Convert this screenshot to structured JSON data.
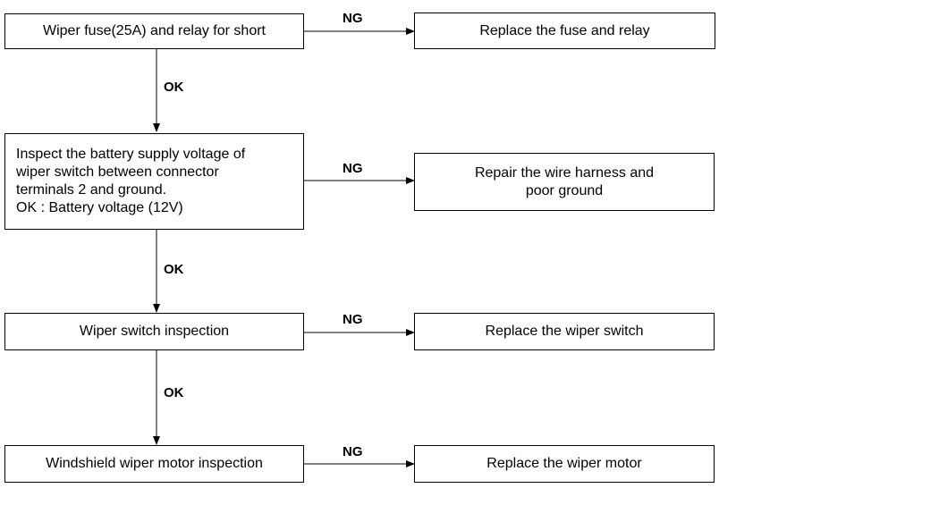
{
  "flow": {
    "steps": [
      {
        "check": "Wiper fuse(25A) and relay for short",
        "ng_label": "NG",
        "action": "Replace the fuse and relay",
        "ok_label": "OK"
      },
      {
        "check": "Inspect the battery supply voltage of\nwiper switch between connector\nterminals 2 and ground.\nOK : Battery voltage (12V)",
        "ng_label": "NG",
        "action": "Repair the wire harness and\npoor ground",
        "ok_label": "OK"
      },
      {
        "check": "Wiper switch inspection",
        "ng_label": "NG",
        "action": "Replace the wiper switch",
        "ok_label": "OK"
      },
      {
        "check": "Windshield wiper motor inspection",
        "ng_label": "NG",
        "action": "Replace the wiper motor"
      }
    ]
  }
}
